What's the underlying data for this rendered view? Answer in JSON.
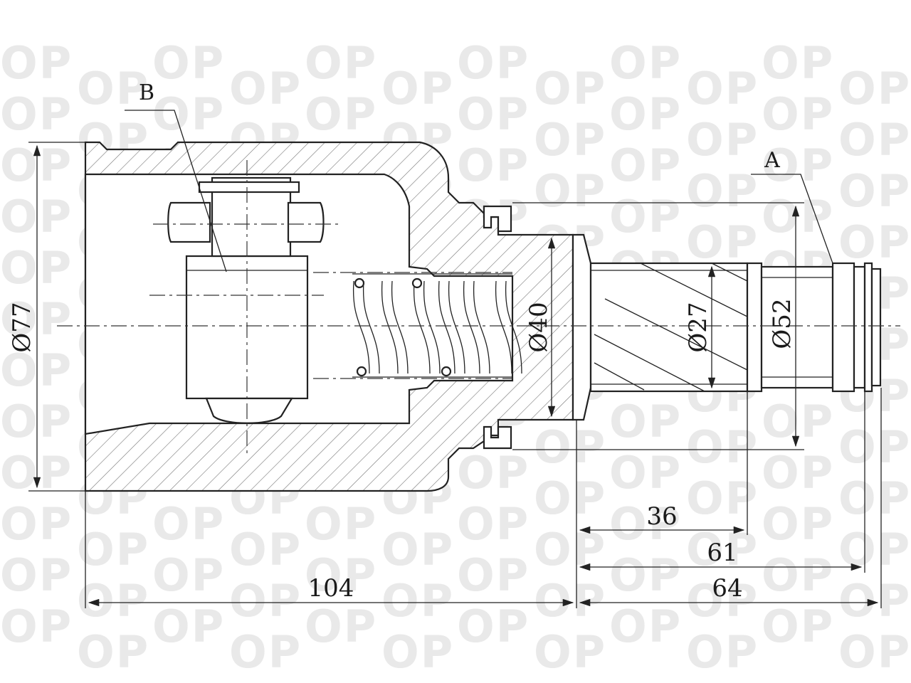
{
  "watermark": {
    "text": "OP"
  },
  "labels": {
    "a": "A",
    "b": "B"
  },
  "dimensions": {
    "d77": "Ø77",
    "d40": "Ø40",
    "d27": "Ø27",
    "d52": "Ø52",
    "l36": "36",
    "l61": "61",
    "l64": "64",
    "l104": "104"
  }
}
